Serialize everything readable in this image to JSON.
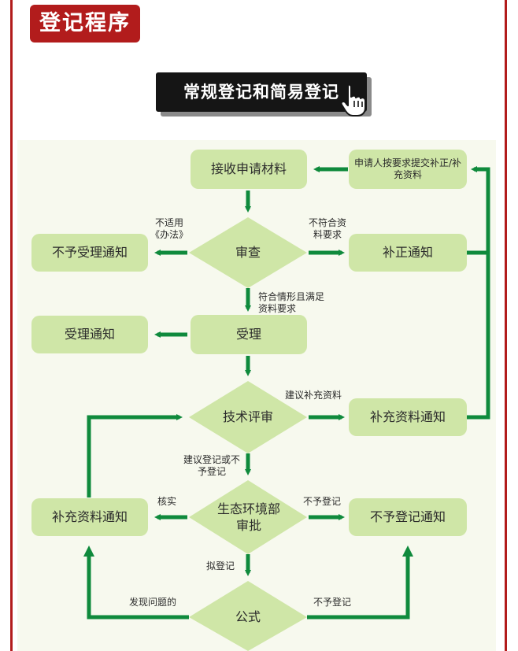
{
  "header": {
    "title": "登记程序"
  },
  "banner": {
    "title": "常规登记和简易登记"
  },
  "nodes": {
    "receive": "接收申请材料",
    "resubmit": "申请人按要求提交补正/补充资料",
    "review": "审查",
    "reject_accept": "不予受理通知",
    "correction": "补正通知",
    "accept_notice": "受理通知",
    "accept": "受理",
    "tech_review": "技术评审",
    "supplement_right": "补充资料通知",
    "supplement_left": "补充资料通知",
    "ministry": "生态环境部审批",
    "no_register": "不予登记通知",
    "publicity": "公式"
  },
  "labels": {
    "not_applicable": "不适用《办法》",
    "not_meet": "不符合资料要求",
    "meet": "符合情形且满足资料要求",
    "suggest_supplement": "建议补充资料",
    "suggest_register": "建议登记或不予登记",
    "verify": "核实",
    "no_register": "不予登记",
    "plan_register": "拟登记",
    "found_issue": "发现问题的",
    "no_register_2": "不予登记"
  },
  "colors": {
    "frame": "#b21c1c",
    "node_fill": "#cfe6a7",
    "arrow": "#0f8a3c",
    "banner": "#151515"
  }
}
